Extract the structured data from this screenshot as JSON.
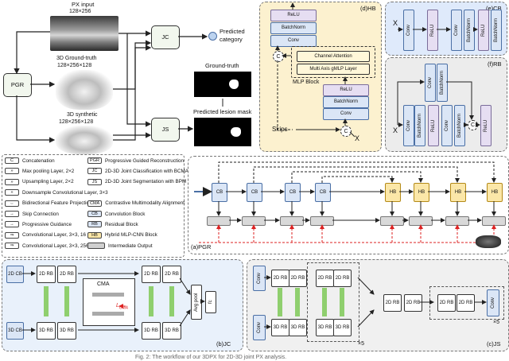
{
  "top": {
    "px_input": "PX input",
    "px_size": "128×256",
    "gt3d": "3D Ground-truth",
    "gt3d_size": "128×256×128",
    "syn3d": "3D synthetic",
    "syn3d_size": "128×256×128",
    "pgr": "PGR",
    "jc": "JC",
    "js": "JS",
    "pred_cat_1": "Predicted",
    "pred_cat_2": "category",
    "ground_truth": "Ground-truth",
    "pred_mask": "Predicted lesion mask"
  },
  "hb": {
    "label": "(d)HB",
    "relu_top": "ReLU",
    "bn_top": "BatchNorm",
    "conv_top": "Conv",
    "concat": "C",
    "channel_attention": "Channel Attention",
    "multi_axis": "Multi Axis gMLP Layer",
    "mlp_block": "MLP Block",
    "relu_bot": "ReLU",
    "bn_bot": "BatchNorm",
    "conv_bot": "Conv",
    "skips": "Skips",
    "x": "X"
  },
  "cb": {
    "label": "(e)CB",
    "x": "X",
    "blocks": [
      "Conv",
      "ReLU",
      "Conv",
      "BatchNorm",
      "ReLU",
      "BatchNorm"
    ]
  },
  "rb": {
    "label": "(f)RB",
    "x": "X",
    "concat": "C",
    "top": [
      "Conv",
      "BatchNorm"
    ],
    "bottom": [
      "Conv",
      "BatchNorm",
      "ReLU",
      "Conv",
      "BatchNorm",
      "ReLU"
    ]
  },
  "legend": [
    {
      "key": "C",
      "text": "Concatenation",
      "key2": "PGR",
      "text2": "Progressive Guided Reconstruction"
    },
    {
      "key": "»",
      "text": "Max pooling Layer, 2×2",
      "key2": "JC",
      "text2": "2D-3D Joint Classification with BCMA"
    },
    {
      "key": "»",
      "text": "Upsampling Layer, 2×2",
      "key2": "JS",
      "text2": "2D-3D Joint Segmentation with BPM"
    },
    {
      "key": "»",
      "text": "Downsample Convolutional Layer, 3×3"
    },
    {
      "key": "⇔",
      "text": "Bidirectional Feature Projection",
      "key2": "CMA",
      "text2": "Contrastive Multimodality Alignment"
    },
    {
      "key": "→",
      "text": "Skip Connection",
      "key2": "CB",
      "text2": "Convolution Block"
    },
    {
      "key": "→",
      "text": "Progressive Guidance",
      "key2": "RB",
      "text2": "Residual Block"
    },
    {
      "key": "⇒",
      "text": "Convolutional Layer, 3×3, 16",
      "key2": "HB",
      "text2": "Hybrid MLP-CNN Block"
    },
    {
      "key": "⇒",
      "text": "Convolutional Layer, 3×3, 256",
      "key2": "",
      "text2": "Intermediate Output"
    }
  ],
  "pgr_panel": {
    "label": "(a)PGR",
    "cb": "CB",
    "hb": "HB"
  },
  "jc_panel": {
    "label": "(b)JC",
    "cb2d": "2D CB",
    "cb3d": "3D CB",
    "rb2d": "2D RB",
    "rb3d": "3D RB",
    "cma": "CMA",
    "lcma": "L",
    "lcma_sub": "CMA",
    "avg_pool": "Avg pool",
    "fc": "fc"
  },
  "js_panel": {
    "label": "(c)JS",
    "conv": "Conv",
    "rb2d": "2D RB",
    "rb3d": "3D RB",
    "times5": "×5"
  },
  "caption": "Fig. 2: The workflow of our 3DPX for 2D-3D joint PX analysis."
}
